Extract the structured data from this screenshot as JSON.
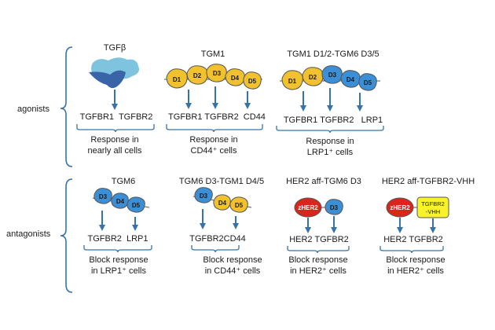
{
  "row_labels": {
    "agonists": "agonists",
    "antagonists": "antagonists"
  },
  "colors": {
    "arrow": "#3674a8",
    "brace": "#3674a8",
    "tgm1_domain": "#f2c12e",
    "tgm6_domain": "#3b8fd6",
    "domain_outline": "#555555",
    "zher2": "#d9261c",
    "vhh_box": "#f7f22a",
    "tgfb_light": "#7fc4df",
    "tgfb_dark": "#3a64a8"
  },
  "agonists": [
    {
      "title": "TGFβ",
      "receptors": "TGFBR1  TGFBR2",
      "response_line1": "Response in",
      "response_line2": "nearly all cells"
    },
    {
      "title": "TGM1",
      "domains": [
        "D1",
        "D2",
        "D3",
        "D4",
        "D5"
      ],
      "receptors": "TGFBR1 TGFBR2  CD44",
      "response_line1": "Response in",
      "response_line2": "CD44⁺ cells"
    },
    {
      "title": "TGM1 D1/2-TGM6 D3/5",
      "domains": [
        "D1",
        "D2",
        "D3",
        "D4",
        "D5"
      ],
      "receptors": "TGFBR1 TGFBR2   LRP1",
      "response_line1": "Response in",
      "response_line2": "LRP1⁺ cells"
    }
  ],
  "antagonists": [
    {
      "title": "TGM6",
      "domains": [
        "D3",
        "D4",
        "D5"
      ],
      "receptors": "TGFBR2  LRP1",
      "response_line1": "Block response",
      "response_line2": "in LRP1⁺ cells"
    },
    {
      "title": "TGM6 D3-TGM1 D4/5",
      "domains": [
        "D3",
        "D4",
        "D5"
      ],
      "receptors": "TGFBR2CD44",
      "response_line1": "Block response",
      "response_line2": "in CD44⁺ cells"
    },
    {
      "title": "HER2 aff-TGM6 D3",
      "zher2": "zHER2",
      "domains": [
        "D3"
      ],
      "receptors": "HER2 TGFBR2",
      "response_line1": "Block response",
      "response_line2": "in HER2⁺ cells"
    },
    {
      "title": "HER2 aff-TGFBR2-VHH",
      "zher2": "zHER2",
      "vhh_line1": "TGFBR2",
      "vhh_line2": "-VHH",
      "receptors": "HER2 TGFBR2",
      "response_line1": "Block response",
      "response_line2": "in HER2⁺ cells"
    }
  ]
}
